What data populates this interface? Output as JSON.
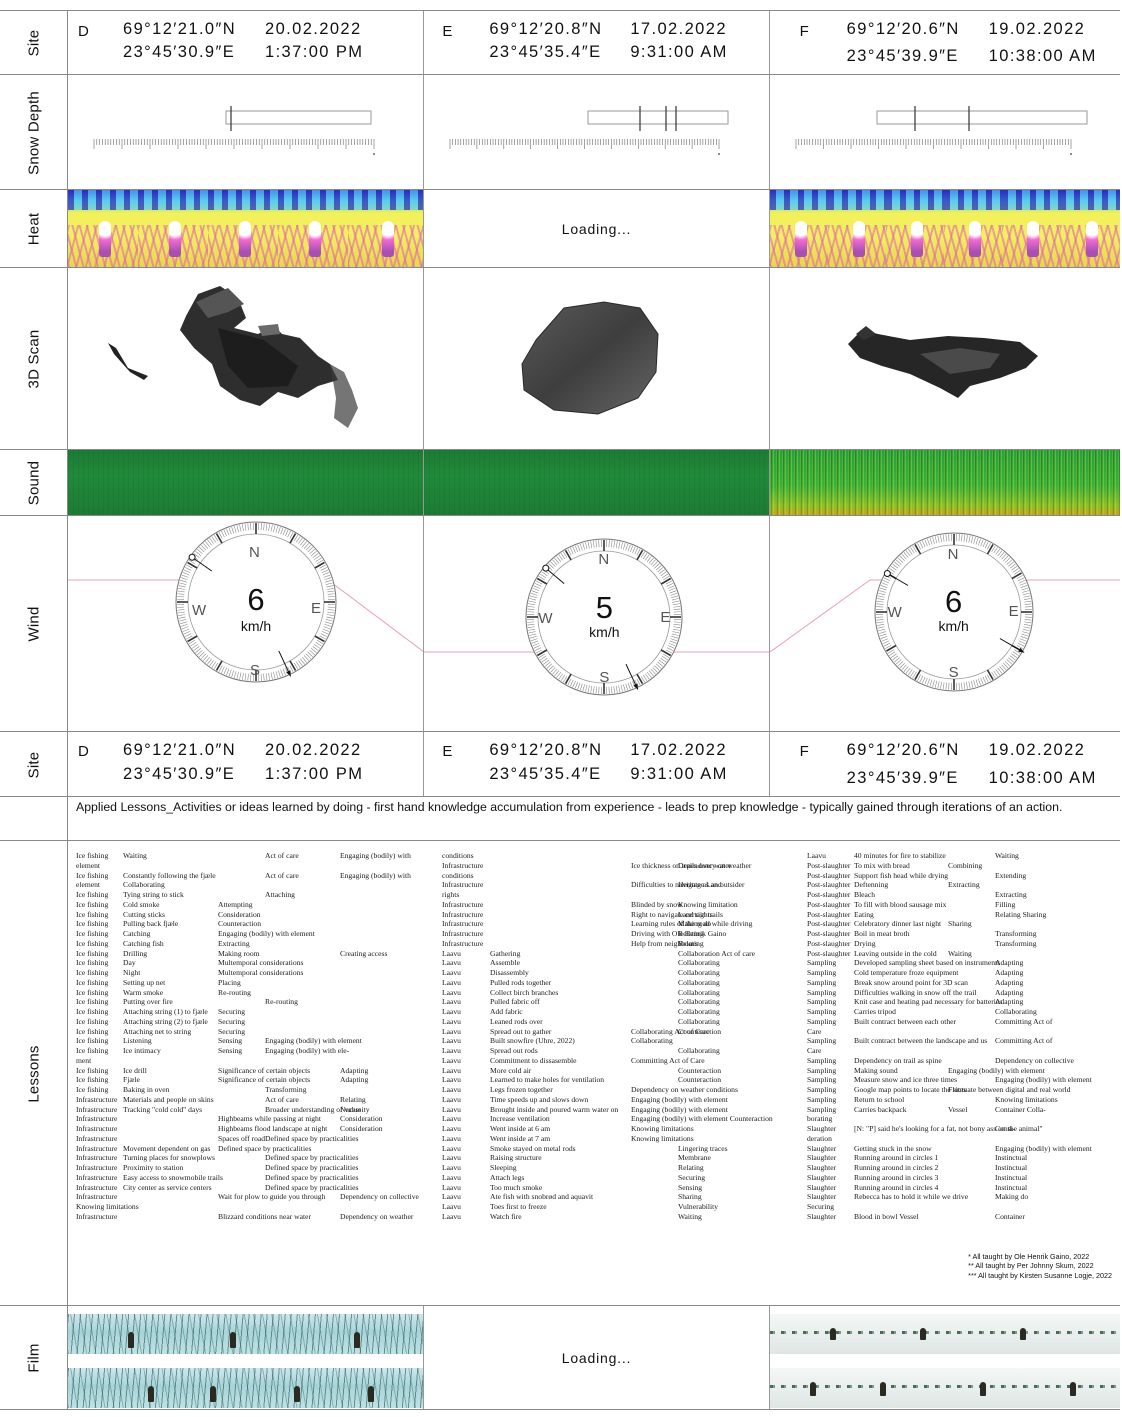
{
  "row_labels": {
    "site": "Site",
    "snow_depth": "Snow Depth",
    "heat": "Heat",
    "scan": "3D Scan",
    "sound": "Sound",
    "wind": "Wind",
    "lessons": "Lessons",
    "film": "Film"
  },
  "sites": [
    {
      "letter": "D",
      "lat": "69°12′21.0″N",
      "lon": "23°45′30.9″E",
      "date": "20.02.2022",
      "time": "1:37:00 PM"
    },
    {
      "letter": "E",
      "lat": "69°12′20.8″N",
      "lon": "23°45′35.4″E",
      "date": "17.02.2022",
      "time": "9:31:00 AM"
    },
    {
      "letter": "F",
      "lat": "69°12′20.6″N",
      "lon": "23°45′39.9″E",
      "date": "19.02.2022",
      "time": "10:38:00 AM"
    }
  ],
  "heat": {
    "loading_text": "Loading..."
  },
  "film": {
    "loading_text": "Loading..."
  },
  "wind": [
    {
      "value": "6",
      "unit": "km/h",
      "north": "N",
      "east": "E",
      "south": "S",
      "west": "W"
    },
    {
      "value": "5",
      "unit": "km/h",
      "north": "N",
      "east": "E",
      "south": "S",
      "west": "W"
    },
    {
      "value": "6",
      "unit": "km/h",
      "north": "N",
      "east": "E",
      "south": "S",
      "west": "W"
    }
  ],
  "applied_lessons": "Applied Lessons_Activities or ideas learned by doing - first hand knowledge accumulation from experience - leads to prep knowledge - typically gained through iterations of an action.",
  "lessons": {
    "col1": [
      [
        "Ice fishing",
        "Waiting",
        "",
        "Act of care",
        "Engaging (bodily) with"
      ],
      [
        "element",
        "",
        "",
        "",
        ""
      ],
      [
        "Ice fishing",
        "Constantly following the fjæle",
        "",
        "Act of care",
        "Engaging (bodily) with"
      ],
      [
        "element",
        "Collaborating",
        "",
        "",
        ""
      ],
      [
        "Ice fishing",
        "Tying string to stick",
        "",
        "Attaching",
        ""
      ],
      [
        "Ice fishing",
        "Cold smoke",
        "Attempting",
        "",
        ""
      ],
      [
        "Ice fishing",
        "Cutting sticks",
        "Consideration",
        "",
        ""
      ],
      [
        "Ice fishing",
        "Pulling back fjæle",
        "Counteraction",
        "",
        ""
      ],
      [
        "Ice fishing",
        "Catching",
        "Engaging (bodily) with element",
        "",
        ""
      ],
      [
        "Ice fishing",
        "Catching fish",
        "Extracting",
        "",
        ""
      ],
      [
        "Ice fishing",
        "Drilling",
        "Making room",
        "",
        "Creating access"
      ],
      [
        "Ice fishing",
        "Day",
        "Multemporal considerations",
        "",
        ""
      ],
      [
        "Ice fishing",
        "Night",
        "Multemporal considerations",
        "",
        ""
      ],
      [
        "Ice fishing",
        "Setting up net",
        "Placing",
        "",
        ""
      ],
      [
        "Ice fishing",
        "Warm smoke",
        "Re-routing",
        "",
        ""
      ],
      [
        "Ice fishing",
        "Putting over fire",
        "",
        "Re-routing",
        ""
      ],
      [
        "Ice fishing",
        "Attaching string (1) to fjæle",
        "Securing",
        "",
        ""
      ],
      [
        "Ice fishing",
        "Attaching string (2) to fjæle",
        "Securing",
        "",
        ""
      ],
      [
        "Ice fishing",
        "Attaching net to string",
        "Securing",
        "",
        ""
      ],
      [
        "Ice fishing",
        "Listening",
        "Sensing",
        "Engaging (bodily) with element",
        ""
      ],
      [
        "Ice fishing",
        "Ice intimacy",
        "Sensing",
        "Engaging (bodily) with ele-",
        ""
      ],
      [
        "ment",
        "",
        "",
        "",
        ""
      ],
      [
        "Ice fishing",
        "Ice drill",
        "Significance of certain objects",
        "",
        "Adapting"
      ],
      [
        "Ice fishing",
        "Fjæle",
        "Significance of certain objects",
        "",
        "Adapting"
      ],
      [
        "Ice fishing",
        "Baking in oven",
        "",
        "Transforming",
        ""
      ],
      [
        "Infrastructure",
        "Materials and people on skins",
        "",
        "Act of care",
        "Relating"
      ],
      [
        "Infrastructure",
        "Tracking \"cold cold\" days",
        "",
        "Broader understanding of value",
        "Necessity"
      ],
      [
        "Infrastructure",
        "",
        "Highbeams while passing at night",
        "",
        "Consideration"
      ],
      [
        "Infrastructure",
        "",
        "Highbeams flood landscape at night",
        "",
        "Consideration"
      ],
      [
        "Infrastructure",
        "",
        "Spaces off road",
        "Defined space by practicalities",
        ""
      ],
      [
        "Infrastructure",
        "Movement dependent on gas",
        "Defined space by practicalities",
        "",
        ""
      ],
      [
        "Infrastructure",
        "Turning places for snowplows",
        "",
        "Defined space by practicalities",
        ""
      ],
      [
        "Infrastructure",
        "Proximity to station",
        "",
        "Defined space by practicalities",
        ""
      ],
      [
        "Infrastructure",
        "Easy access to snowmobile trails",
        "",
        "Defined space by practicalities",
        ""
      ],
      [
        "Infrastructure",
        "City center as service centers",
        "",
        "Defined space by practicalities",
        ""
      ],
      [
        "Infrastructure",
        "",
        "Wait for plow to guide you through",
        "",
        "Dependency on collective"
      ],
      [
        "Knowing limitations",
        "",
        "",
        "",
        ""
      ],
      [
        "Infrastructure",
        "",
        "Blizzard conditions near water",
        "",
        "Dependency on weather"
      ]
    ],
    "col2": [
      [
        "conditions",
        "",
        "",
        ""
      ],
      [
        "Infrastructure",
        "",
        "Ice thickness on trails over water",
        "Dependency on weather"
      ],
      [
        "conditions",
        "",
        "",
        ""
      ],
      [
        "Infrastructure",
        "",
        "Difficulties to navigate as an outsider",
        "Heritage    Land"
      ],
      [
        "rights",
        "",
        "",
        ""
      ],
      [
        "Infrastructure",
        "",
        "Blinded by snow",
        "Knowing limitation"
      ],
      [
        "Infrastructure",
        "",
        "Right to navigate certain trails",
        "Land rights"
      ],
      [
        "Infrastructure",
        "",
        "Learning rules of the road while driving",
        "Making do"
      ],
      [
        "Infrastructure",
        "",
        "Driving with Ole Henrik Gaino",
        "Relating"
      ],
      [
        "Infrastructure",
        "",
        "Help from neighbours",
        "Relating"
      ],
      [
        "Laavu",
        "Gathering",
        "",
        "Collaboration  Act of care"
      ],
      [
        "Laavu",
        "Assemble",
        "",
        "Collaborating"
      ],
      [
        "Laavu",
        "Disassembly",
        "",
        "Collaborating"
      ],
      [
        "Laavu",
        "Pulled rods together",
        "",
        "Collaborating"
      ],
      [
        "Laavu",
        "Collect birch branches",
        "",
        "Collaborating"
      ],
      [
        "Laavu",
        "Pulled fabric off",
        "",
        "Collaborating"
      ],
      [
        "Laavu",
        "Add fabric",
        "",
        "Collaborating"
      ],
      [
        "Laavu",
        "Leaned rods over",
        "",
        "Collaborating"
      ],
      [
        "Laavu",
        "Spread out to gather",
        "Collaborating  Act of Care",
        "Counteraction"
      ],
      [
        "Laavu",
        "Built snowfire (Uhre, 2022)",
        "Collaborating",
        ""
      ],
      [
        "Laavu",
        "Spread out rods",
        "",
        "Collaborating"
      ],
      [
        "Laavu",
        "Commitment to dissasemble",
        "Committing   Act of Care",
        ""
      ],
      [
        "Laavu",
        "More cold air",
        "",
        "Counteraction"
      ],
      [
        "Laavu",
        "Learned to make holes for ventilation",
        "",
        "Counteraction"
      ],
      [
        "Laavu",
        "Legs frozen together",
        "Dependency on weather conditions",
        ""
      ],
      [
        "Laavu",
        "Time speeds up and slows down",
        "Engaging (bodily) with element",
        ""
      ],
      [
        "Laavu",
        "Brought inside and poured warm water on",
        "Engaging (bodily) with element",
        ""
      ],
      [
        "Laavu",
        "Increase ventilation",
        "Engaging (bodily) with element Counteraction",
        ""
      ],
      [
        "Laavu",
        "Went inside at 6 am",
        "Knowing limitations",
        ""
      ],
      [
        "Laavu",
        "Went inside at 7 am",
        "Knowing limitations",
        ""
      ],
      [
        "Laavu",
        "Smoke stayed on metal rods",
        "",
        "Lingering traces"
      ],
      [
        "Laavu",
        "Raising structure",
        "",
        "Membrane"
      ],
      [
        "Laavu",
        "Sleeping",
        "",
        "Relating"
      ],
      [
        "Laavu",
        "Attach legs",
        "",
        "Securing"
      ],
      [
        "Laavu",
        "Too much smoke",
        "",
        "Sensing"
      ],
      [
        "Laavu",
        "Ate fish with snobrød and aquavit",
        "",
        "Sharing"
      ],
      [
        "Laavu",
        "Toes first to freeze",
        "",
        "Vulnerability"
      ],
      [
        "Laavu",
        "Watch fire",
        "",
        "Waiting"
      ]
    ],
    "col3": [
      [
        "Laavu",
        "40 minutes for fire to stabilize",
        "",
        "Waiting"
      ],
      [
        "Post-slaughter",
        "To mix with bread",
        "Combining",
        ""
      ],
      [
        "Post-slaughter",
        "Support fish head while drying",
        "",
        "Extending"
      ],
      [
        "Post-slaughter",
        "Deftenning",
        "Extracting",
        ""
      ],
      [
        "Post-slaughter",
        "Bleach",
        "",
        "Extracting"
      ],
      [
        "Post-slaughter",
        "To fill with blood sausage mix",
        "",
        "Filling"
      ],
      [
        "Post-slaughter",
        "Eating",
        "",
        "Relating        Sharing"
      ],
      [
        "Post-slaughter",
        "Celebratory dinner last night",
        "Sharing",
        ""
      ],
      [
        "Post-slaughter",
        "Boil in meat broth",
        "",
        "Transforming"
      ],
      [
        "Post-slaughter",
        "Drying",
        "",
        "Transforming"
      ],
      [
        "Post-slaughter",
        "Leaving outside in the cold",
        "Waiting",
        ""
      ],
      [
        "Sampling",
        "Developed sampling sheet based on instruments",
        "",
        "Adapting"
      ],
      [
        "Sampling",
        "Cold temperature froze equipment",
        "",
        "Adapting"
      ],
      [
        "Sampling",
        "Break snow around point for 3D scan",
        "",
        "Adapting"
      ],
      [
        "Sampling",
        "Difficulties walking in snow off the trail",
        "",
        "Adapting"
      ],
      [
        "Sampling",
        "Knit case and heating pad necessary for batteries",
        "",
        "Adapting"
      ],
      [
        "Sampling",
        "Carries tripod",
        "",
        "Collaborating"
      ],
      [
        "Sampling",
        "Built contract between each other",
        "",
        "Committing    Act of"
      ],
      [
        "Care",
        "",
        "",
        ""
      ],
      [
        "Sampling",
        "Built contract between the landscape and us",
        "",
        "Committing    Act of"
      ],
      [
        "Care",
        "",
        "",
        ""
      ],
      [
        "Sampling",
        "Dependency on trail as spine",
        "",
        "Dependency on collective"
      ],
      [
        "Sampling",
        "Making sound",
        "Engaging (bodily) with element",
        ""
      ],
      [
        "Sampling",
        "Measure snow and ice three times",
        "",
        "Engaging (bodily) with element"
      ],
      [
        "Sampling",
        "Google map points to locate the sites",
        "Fluctuate between digital and real world",
        ""
      ],
      [
        "Sampling",
        "Return to school",
        "",
        "Knowing limitations"
      ],
      [
        "Sampling",
        "Carries backpack",
        "Vessel",
        "Container            Colla-"
      ],
      [
        "borating",
        "",
        "",
        ""
      ],
      [
        "Slaughter",
        "[N: \"P] said he's looking for a fat, not bony ass on the animal\"",
        "",
        "Consi-"
      ],
      [
        "deration",
        "",
        "",
        ""
      ],
      [
        "Slaughter",
        "Getting stuck in the snow",
        "",
        "Engaging (bodily) with element"
      ],
      [
        "Slaughter",
        "Running around in circles 1",
        "",
        "Instinctual"
      ],
      [
        "Slaughter",
        "Running around in circles 2",
        "",
        "Instinctual"
      ],
      [
        "Slaughter",
        "Running around in circles 3",
        "",
        "Instinctual"
      ],
      [
        "Slaughter",
        "Running around in circles 4",
        "",
        "Instinctual"
      ],
      [
        "Slaughter",
        "Rebecca has to hold it while we drive",
        "",
        "Making do"
      ],
      [
        "Securing",
        "",
        "",
        ""
      ],
      [
        "Slaughter",
        "Blood in bowl  Vessel",
        "",
        "Container"
      ]
    ]
  },
  "footnotes": [
    "*    All taught by Ole Henrik Gaino, 2022",
    "**   All taught by Per Johnny Skum, 2022",
    "***  All taught by Kirsten Susanne Logje, 2022"
  ]
}
